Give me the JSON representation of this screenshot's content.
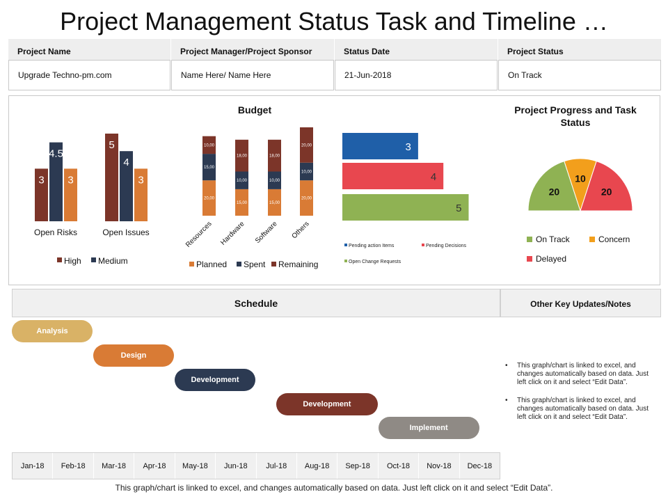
{
  "title": "Project Management Status Task and Timeline …",
  "info": [
    {
      "header": "Project Name",
      "value": "Upgrade Techno-pm.com"
    },
    {
      "header": "Project Manager/Project Sponsor",
      "value": "Name Here/ Name Here"
    },
    {
      "header": "Status Date",
      "value": "21-Jun-2018"
    },
    {
      "header": "Project Status",
      "value": "On Track"
    }
  ],
  "colors": {
    "high": "#7c3529",
    "medium": "#2c3a52",
    "orange": "#d97b35",
    "blue": "#1f5fa8",
    "red": "#e8474f",
    "green": "#8fb253",
    "gauge_green": "#8fb253",
    "gauge_orange": "#f29f1c",
    "gauge_red": "#e8474f",
    "analysis": "#d9b266",
    "design": "#d97b35",
    "development1": "#2c3a52",
    "development2": "#7c3529",
    "implement": "#8f8a85"
  },
  "chart_data": [
    {
      "type": "bar",
      "categories": [
        "Open Risks",
        "Open Issues"
      ],
      "series": [
        {
          "name": "High",
          "values": [
            3,
            5
          ]
        },
        {
          "name": "Medium",
          "values": [
            4.5,
            4
          ]
        },
        {
          "name": "",
          "values": [
            3,
            3
          ]
        }
      ],
      "data_labels": [
        [
          "3",
          "4.5",
          "3"
        ],
        [
          "5",
          "4",
          "3"
        ]
      ],
      "legend": [
        "High",
        "Medium"
      ],
      "legend_position": "bottom"
    },
    {
      "type": "bar",
      "stacked": true,
      "title": "Budget",
      "categories": [
        "Resources",
        "Hardware",
        "Software",
        "Others"
      ],
      "series": [
        {
          "name": "Planned",
          "values": [
            20000,
            15000,
            15000,
            20000
          ]
        },
        {
          "name": "Spent",
          "values": [
            15000,
            10000,
            10000,
            10000
          ]
        },
        {
          "name": "Remaining",
          "values": [
            10000,
            18000,
            18000,
            20000
          ]
        }
      ],
      "data_labels": [
        [
          "20,00",
          "15,00",
          "15,00",
          "20,00"
        ],
        [
          "15,00",
          "10,00",
          "10,00",
          "10,00"
        ],
        [
          "10,00",
          "18,00",
          "18,00",
          "20,00"
        ]
      ],
      "legend": [
        "Planned",
        "Spent",
        "Remaining"
      ],
      "legend_position": "bottom"
    },
    {
      "type": "bar",
      "orientation": "horizontal",
      "categories": [
        "Pending action Items",
        "Pending Decisions",
        "Open Change Requests"
      ],
      "values": [
        3,
        4,
        5
      ],
      "legend": [
        "Pending action Items",
        "Pending Decisions",
        "Open Change Requests"
      ],
      "legend_position": "bottom"
    },
    {
      "type": "pie",
      "variant": "half-doughnut gauge",
      "title": "Project Progress and Task Status",
      "categories": [
        "On Track",
        "Concern",
        "Delayed"
      ],
      "values": [
        20,
        10,
        20
      ],
      "legend": [
        "On Track",
        "Concern",
        "Delayed"
      ],
      "legend_position": "bottom"
    }
  ],
  "schedule": {
    "header": "Schedule",
    "phases": [
      {
        "label": "Analysis",
        "start": 0,
        "end": 2
      },
      {
        "label": "Design",
        "start": 2,
        "end": 4
      },
      {
        "label": "Development",
        "start": 4,
        "end": 6
      },
      {
        "label": "Development",
        "start": 6.5,
        "end": 9
      },
      {
        "label": "Implement",
        "start": 9,
        "end": 11.5
      }
    ],
    "months": [
      "Jan-18",
      "Feb-18",
      "Mar-18",
      "Apr-18",
      "May-18",
      "Jun-18",
      "Jul-18",
      "Aug-18",
      "Sep-18",
      "Oct-18",
      "Nov-18",
      "Dec-18"
    ]
  },
  "notes": {
    "header": "Other Key Updates/Notes",
    "bullet": "•",
    "items": [
      "This graph/chart is linked to excel, and changes automatically based on data. Just left click on it and select “Edit Data”.",
      "This graph/chart is linked to excel, and changes automatically based on data. Just left click on it and select “Edit Data”."
    ]
  },
  "footer": "This graph/chart is linked to excel, and changes automatically based on data. Just left click on it and select “Edit Data”."
}
